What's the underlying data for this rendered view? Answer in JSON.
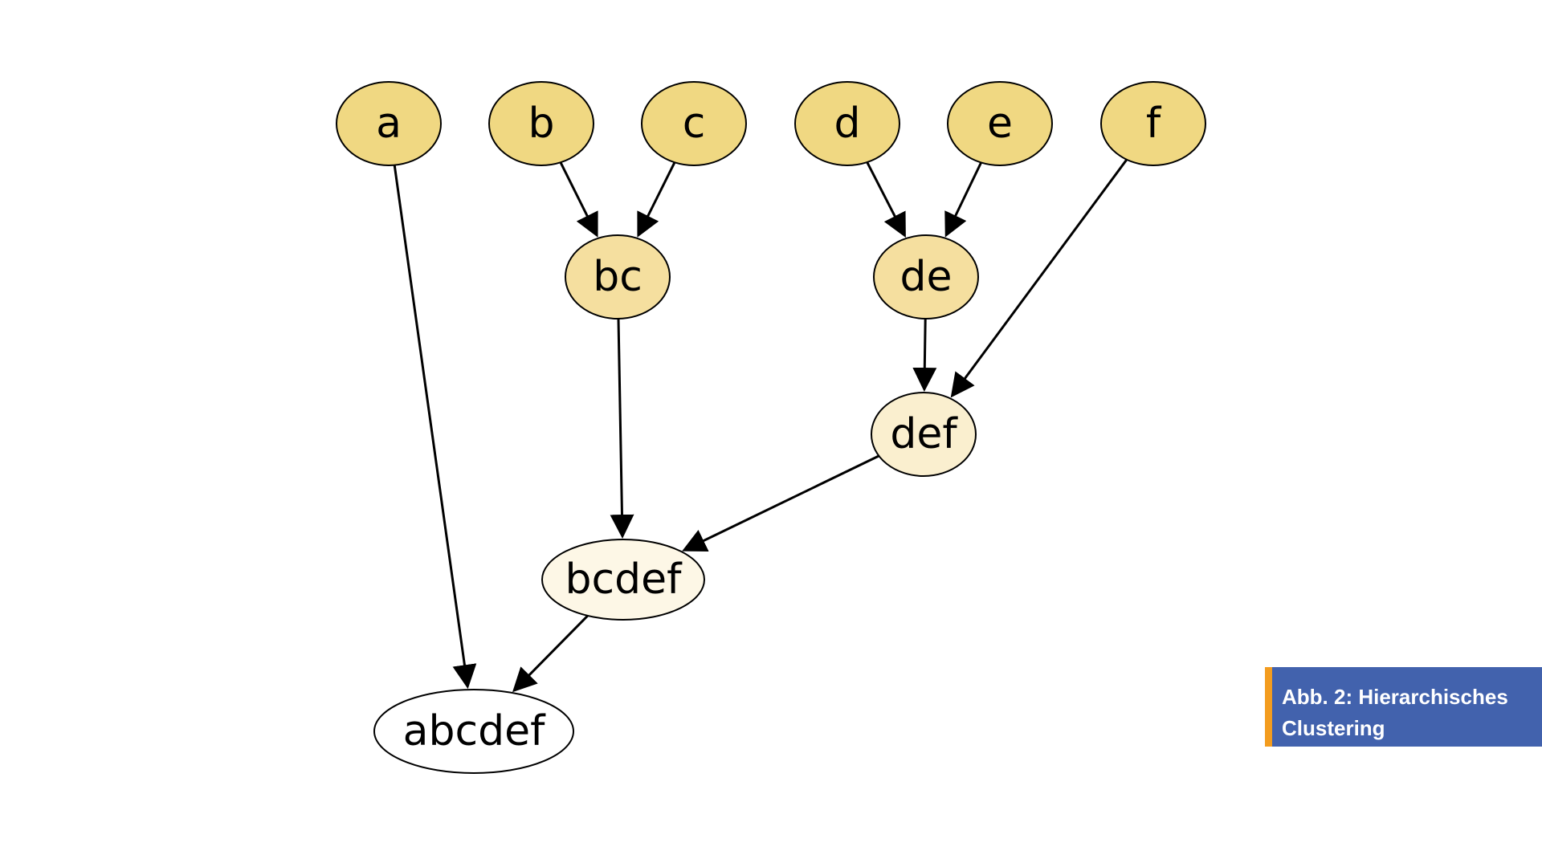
{
  "diagram": {
    "nodes": [
      {
        "id": "a",
        "label": "a",
        "fill": "#f0d882"
      },
      {
        "id": "b",
        "label": "b",
        "fill": "#f0d882"
      },
      {
        "id": "c",
        "label": "c",
        "fill": "#f0d882"
      },
      {
        "id": "d",
        "label": "d",
        "fill": "#f0d882"
      },
      {
        "id": "e",
        "label": "e",
        "fill": "#f0d882"
      },
      {
        "id": "f",
        "label": "f",
        "fill": "#f0d882"
      },
      {
        "id": "bc",
        "label": "bc",
        "fill": "#f5df9f"
      },
      {
        "id": "de",
        "label": "de",
        "fill": "#f5df9f"
      },
      {
        "id": "def",
        "label": "def",
        "fill": "#faefcf"
      },
      {
        "id": "bcdef",
        "label": "bcdef",
        "fill": "#fdf7e6"
      },
      {
        "id": "abcdef",
        "label": "abcdef",
        "fill": "#ffffff"
      }
    ],
    "edges": [
      {
        "from": "b",
        "to": "bc"
      },
      {
        "from": "c",
        "to": "bc"
      },
      {
        "from": "d",
        "to": "de"
      },
      {
        "from": "e",
        "to": "de"
      },
      {
        "from": "de",
        "to": "def"
      },
      {
        "from": "f",
        "to": "def"
      },
      {
        "from": "bc",
        "to": "bcdef"
      },
      {
        "from": "def",
        "to": "bcdef"
      },
      {
        "from": "a",
        "to": "abcdef"
      },
      {
        "from": "bcdef",
        "to": "abcdef"
      }
    ]
  },
  "caption": {
    "line1": "Abb. 2: Hierarchisches",
    "line2": "Clustering",
    "background_color": "#4262ad",
    "accent_color": "#f39c1f"
  }
}
